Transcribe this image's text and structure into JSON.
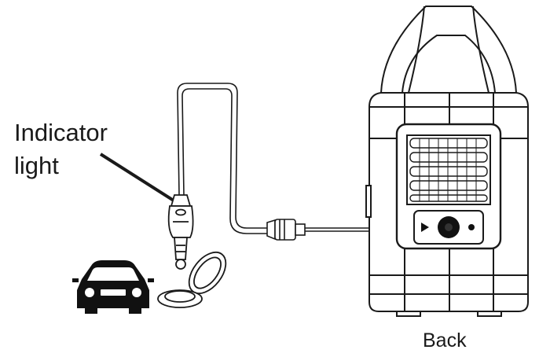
{
  "labels": {
    "indicator_line1": "Indicator",
    "indicator_line2": "light",
    "back": "Back"
  },
  "colors": {
    "line": "#1a1a1a",
    "background": "#ffffff"
  },
  "icons": [
    "car-icon",
    "lighter-socket-cap-icon",
    "car-plug-icon",
    "dc-plug-icon"
  ]
}
